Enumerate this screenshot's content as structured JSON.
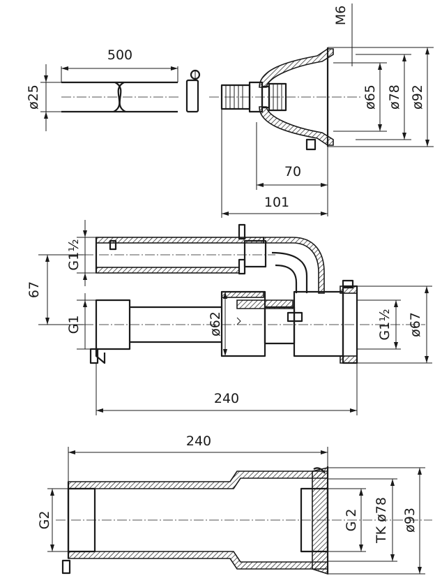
{
  "top_view": {
    "length_label": "500",
    "hose_diameter_label": "ø25",
    "screw_label": "M6",
    "diam_65_label": "ø65",
    "diam_78_label": "ø78",
    "diam_92_label": "ø92",
    "depth_70_label": "70",
    "depth_101_label": "101"
  },
  "middle_view": {
    "thread_g1_5_label": "G1½",
    "offset_67_label": "67",
    "thread_g1_label": "G1",
    "diam_62_label": "ø62",
    "thread_g1_5_right_label": "G1½",
    "diam_67_label": "ø67",
    "length_240_label": "240"
  },
  "bottom_view": {
    "length_240_label": "240",
    "thread_g2_left_label": "G2",
    "thread_g2_right_label": "G 2",
    "tk_78_label": "TK ø78",
    "diam_93_label": "ø93"
  }
}
